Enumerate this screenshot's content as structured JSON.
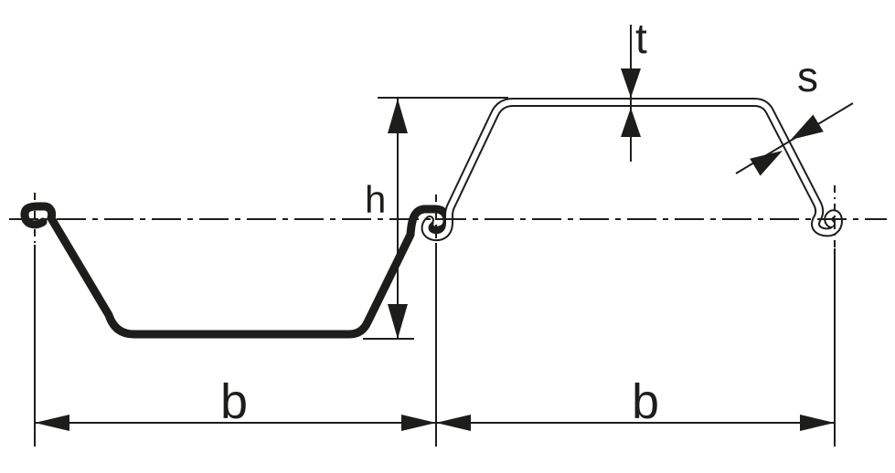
{
  "diagram": {
    "labels": {
      "t": "t",
      "s": "s",
      "h": "h",
      "b_left": "b",
      "b_right": "b"
    },
    "colors": {
      "ink": "#1d1d1b",
      "background": "#ffffff"
    }
  }
}
